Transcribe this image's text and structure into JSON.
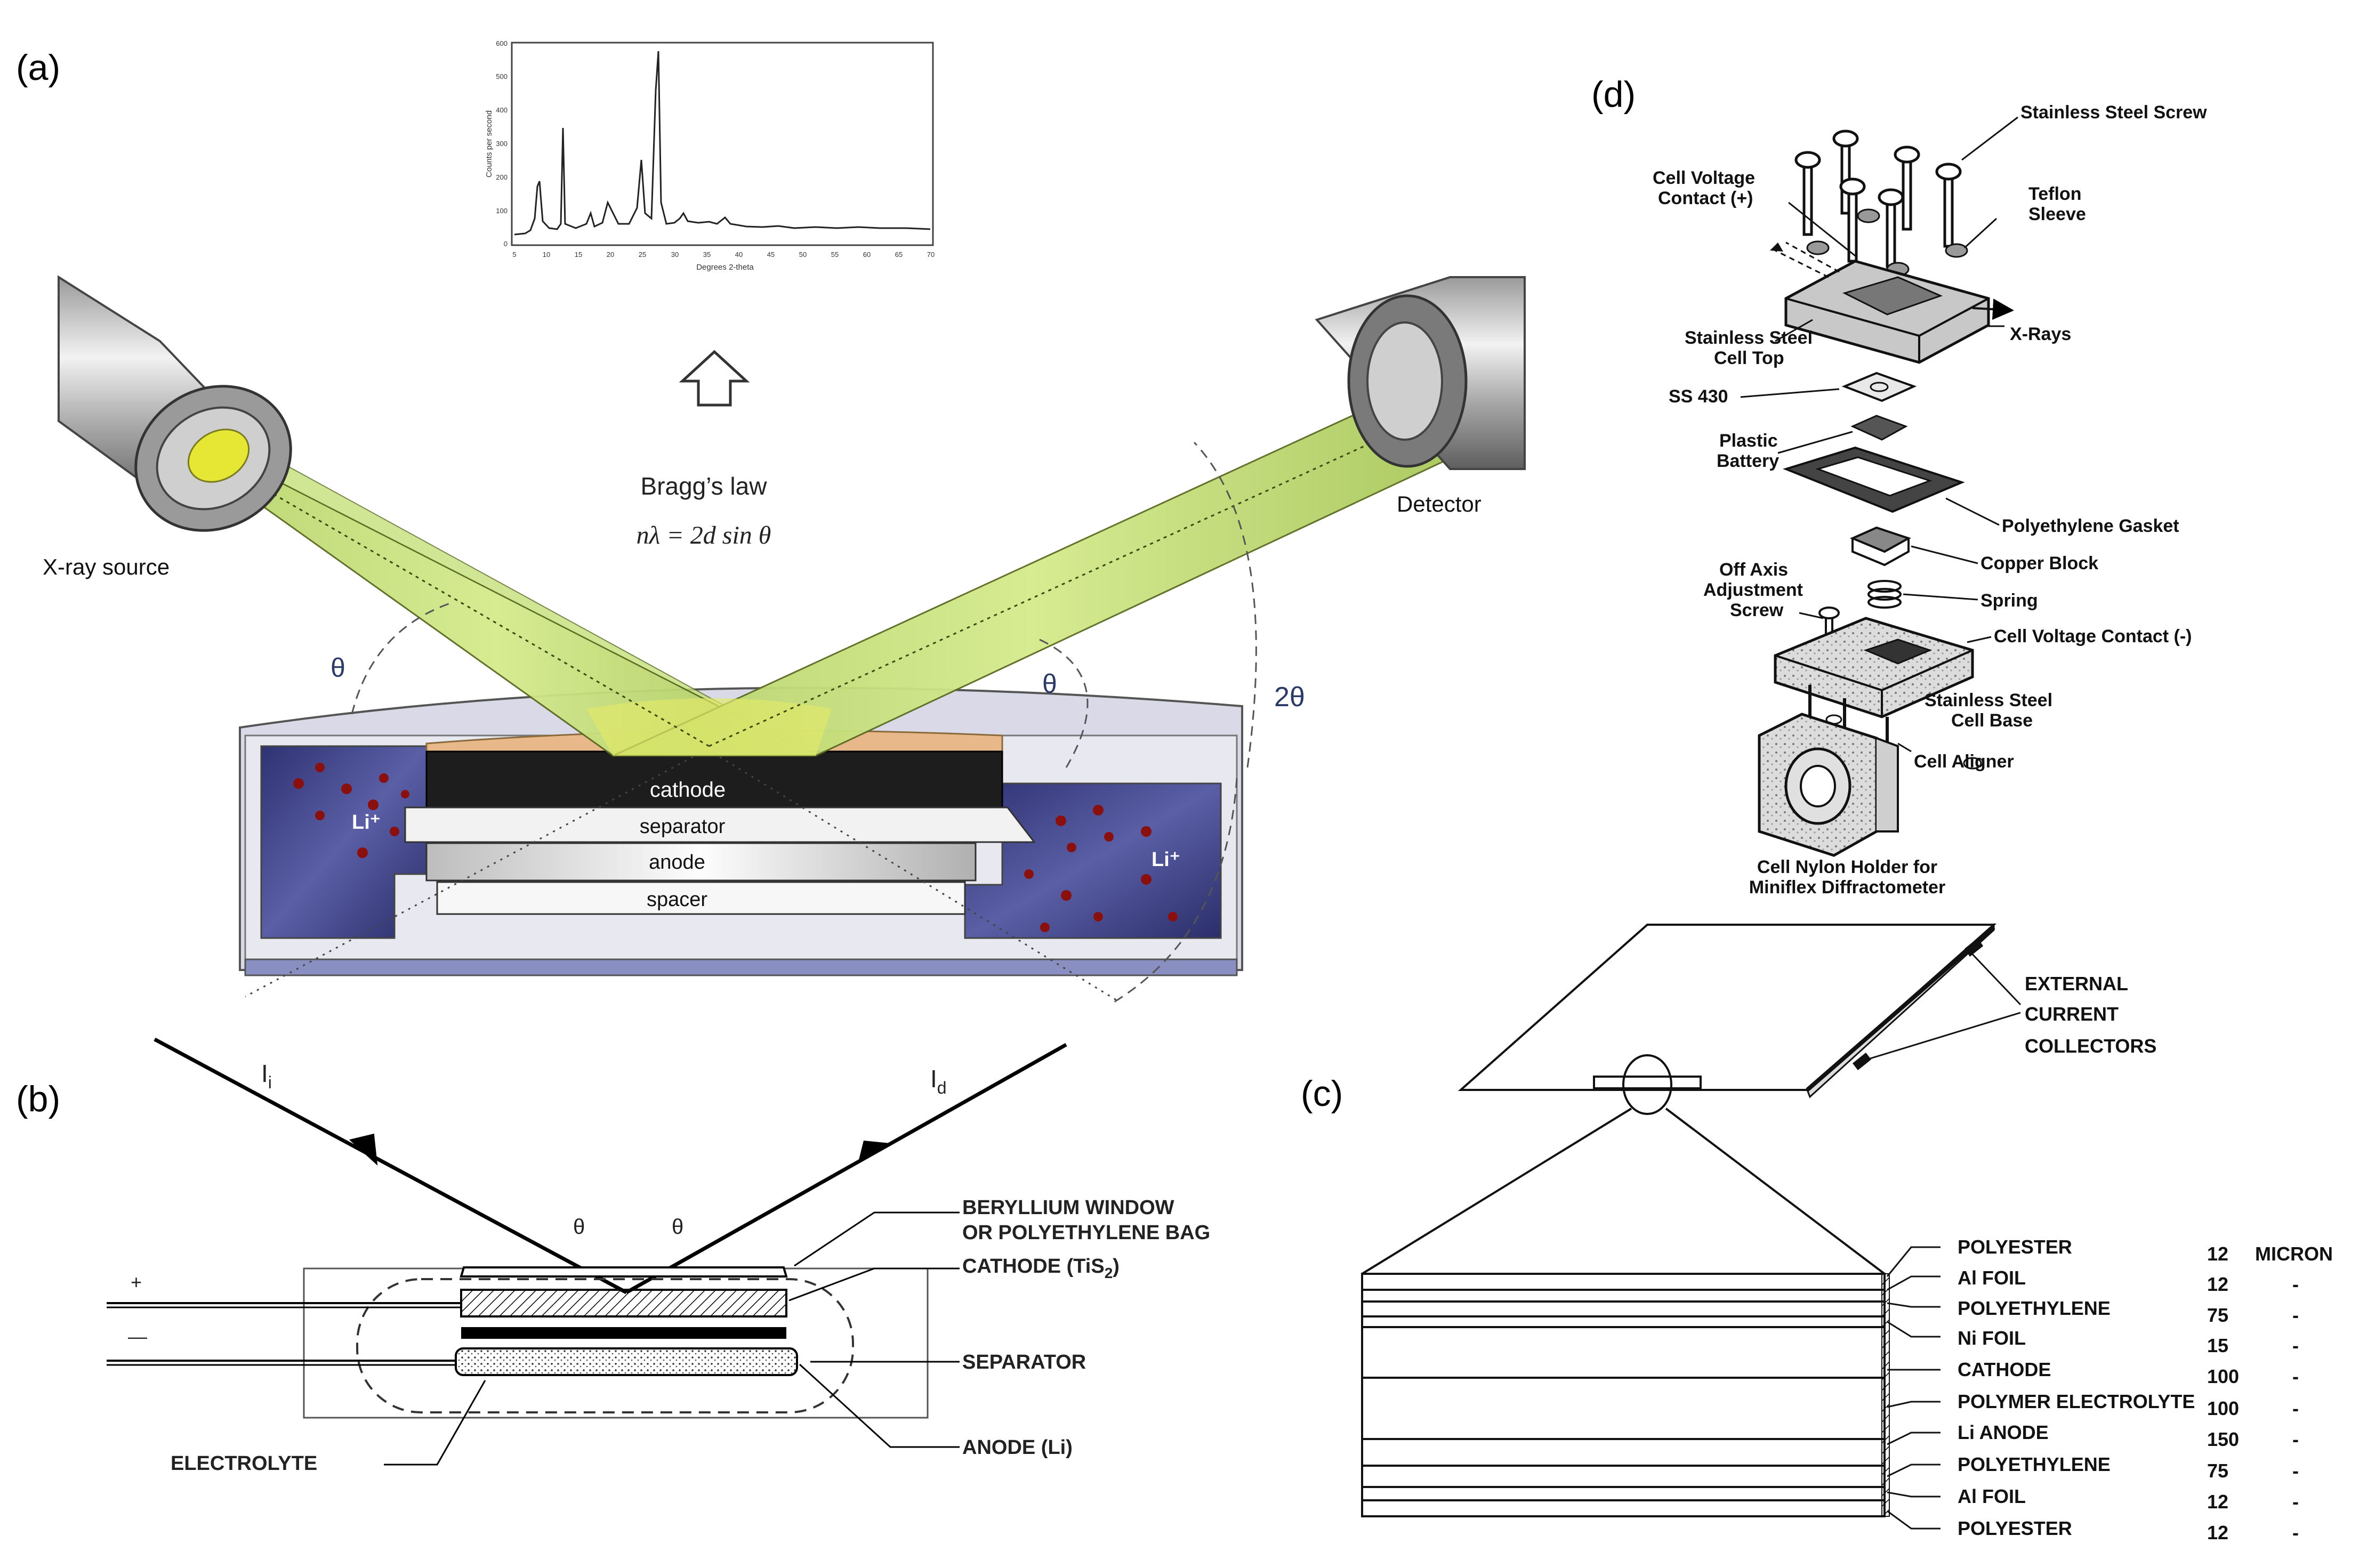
{
  "panels": {
    "a": "(a)",
    "b": "(b)",
    "c": "(c)",
    "d": "(d)"
  },
  "panel_a": {
    "source_label": "X-ray source",
    "detector_label": "Detector",
    "bragg_title": "Bragg’s law",
    "bragg_eq": "nλ = 2d sin θ",
    "theta": "θ",
    "two_theta": "2θ",
    "layers": [
      "cathode",
      "separator",
      "anode",
      "spacer"
    ],
    "ion": "Li⁺",
    "colors": {
      "beam": "#c6e17a",
      "electrolyte": "#3a3d80",
      "cathode": "#1d1d1d"
    }
  },
  "xrd_plot": {
    "ylabel": "Counts per second",
    "xlabel": "Degrees 2-theta",
    "y_ticks": [
      "600",
      "500",
      "400",
      "300",
      "200",
      "100",
      "0"
    ],
    "x_ticks": [
      "5",
      "10",
      "15",
      "20",
      "25",
      "30",
      "35",
      "40",
      "45",
      "50",
      "55",
      "60",
      "65",
      "70"
    ]
  },
  "panel_b": {
    "incident": "I",
    "incident_sub": "i",
    "diffracted": "I",
    "diffracted_sub": "d",
    "theta_left": "θ",
    "theta_right": "θ",
    "plus": "+",
    "minus": "—",
    "labels": {
      "window1": "BERYLLIUM WINDOW",
      "window2": "OR POLYETHYLENE BAG",
      "cathode": "CATHODE (TiS",
      "cathode_sub": "2",
      "cathode_end": ")",
      "separator": "SEPARATOR",
      "anode": "ANODE (Li)",
      "electrolyte": "ELECTROLYTE"
    }
  },
  "panel_c": {
    "collectors": [
      "EXTERNAL",
      "CURRENT",
      "COLLECTORS"
    ],
    "unit": "MICRON",
    "layers": [
      {
        "name": "POLYESTER",
        "thickness": "12"
      },
      {
        "name": "Al FOIL",
        "thickness": "12"
      },
      {
        "name": "POLYETHYLENE",
        "thickness": "75"
      },
      {
        "name": "Ni FOIL",
        "thickness": "15"
      },
      {
        "name": "CATHODE",
        "thickness": "100"
      },
      {
        "name": "POLYMER ELECTROLYTE",
        "thickness": "100"
      },
      {
        "name": "Li ANODE",
        "thickness": "150"
      },
      {
        "name": "POLYETHYLENE",
        "thickness": "75"
      },
      {
        "name": "Al FOIL",
        "thickness": "12"
      },
      {
        "name": "POLYESTER",
        "thickness": "12"
      }
    ],
    "dash": "-"
  },
  "panel_d": {
    "screw": "Stainless Steel Screw",
    "voltage_plus_1": "Cell Voltage",
    "voltage_plus_2": "Contact (+)",
    "teflon_1": "Teflon",
    "teflon_2": "Sleeve",
    "cell_top_1": "Stainless Steel",
    "cell_top_2": "Cell Top",
    "xrays": "X-Rays",
    "ss430": "SS 430",
    "plastic_1": "Plastic",
    "plastic_2": "Battery",
    "gasket": "Polyethylene Gasket",
    "copper": "Copper Block",
    "offaxis_1": "Off Axis",
    "offaxis_2": "Adjustment",
    "offaxis_3": "Screw",
    "spring": "Spring",
    "voltage_minus": "Cell Voltage Contact (-)",
    "base_1": "Stainless Steel",
    "base_2": "Cell Base",
    "aligner": "Cell Aligner",
    "holder_1": "Cell Nylon Holder for",
    "holder_2": "Miniflex Diffractometer"
  }
}
